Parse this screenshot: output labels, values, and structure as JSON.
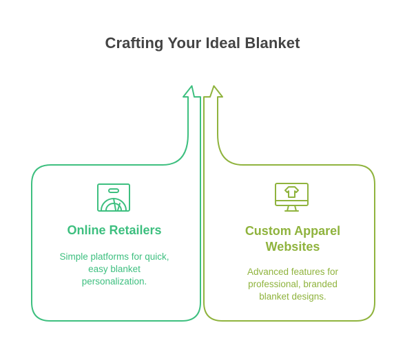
{
  "title": "Crafting Your Ideal Blanket",
  "colors": {
    "left_accent": "#3dbf7f",
    "right_accent": "#8fb33d",
    "title_text": "#444444"
  },
  "cards": [
    {
      "title": "Online Retailers",
      "description": "Simple platforms for quick, easy blanket personalization.",
      "icon": "shopping-bag-icon"
    },
    {
      "title": "Custom Apparel Websites",
      "description": "Advanced features for professional, branded blanket designs.",
      "icon": "monitor-shirt-icon"
    }
  ]
}
